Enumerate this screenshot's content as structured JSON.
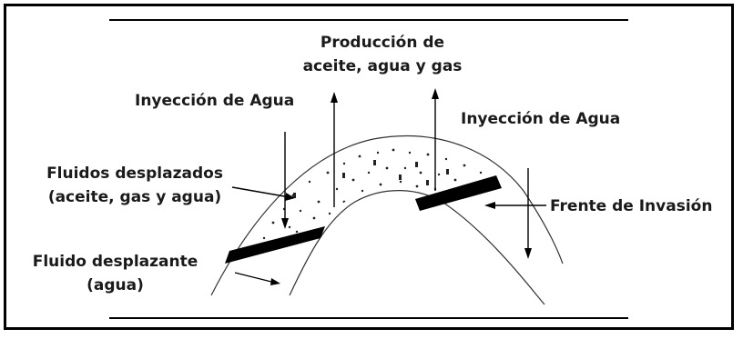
{
  "labels": {
    "produccion_line1": "Producción de",
    "produccion_line2": "aceite, agua y gas",
    "inyeccion_left": "Inyección de Agua",
    "inyeccion_right": "Inyección de Agua",
    "desplazados_line1": "Fluidos desplazados",
    "desplazados_line2": "(aceite, gas y agua)",
    "frente": "Frente de Invasión",
    "desplazante_line1": "Fluido desplazante",
    "desplazante_line2": "(agua)"
  }
}
